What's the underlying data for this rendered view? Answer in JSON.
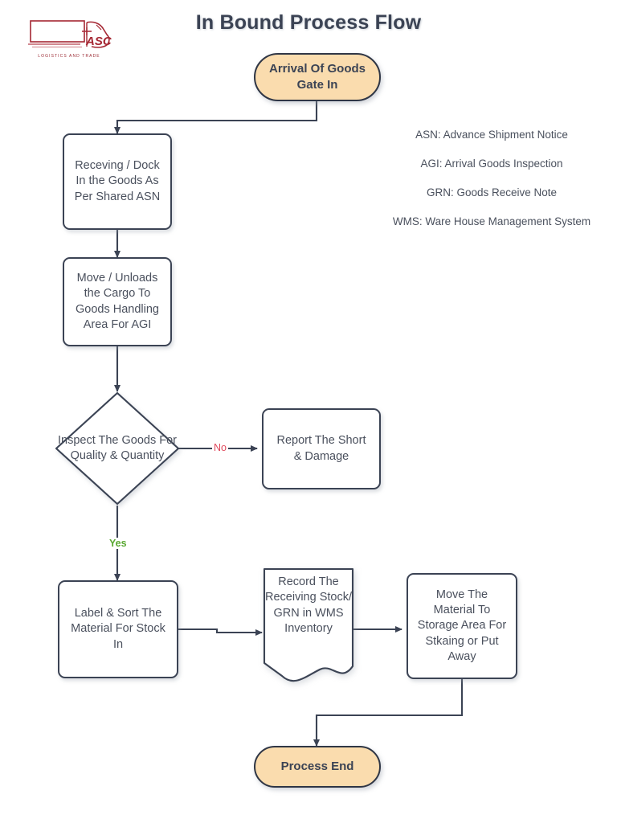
{
  "title": "In Bound Process Flow",
  "logo": {
    "mark": "truck-logo",
    "brand": "ASC",
    "tagline": "LOGISTICS AND TRADE",
    "color": "#a52733"
  },
  "colors": {
    "terminal_fill": "#fadcae",
    "node_stroke": "#3b4354",
    "text": "#4a505d",
    "no_label": "#e0495c",
    "yes_label": "#5aa832",
    "background": "#ffffff"
  },
  "legend": {
    "items": [
      "ASN: Advance Shipment Notice",
      "AGI: Arrival Goods Inspection",
      "GRN: Goods Receive Note",
      "WMS: Ware House Management System"
    ]
  },
  "nodes": {
    "start": "Arrival Of Goods Gate In",
    "receiving": "Receving / Dock In the Goods As Per Shared ASN",
    "unload": "Move / Unloads the Cargo To Goods Handling Area For AGI",
    "inspect": "Inspect The Goods For Quality & Quantity",
    "report": "Report The Short & Damage",
    "label_sort": "Label & Sort The Material For Stock In",
    "record": "Record The Receiving Stock/ GRN in WMS Inventory",
    "move_storage": "Move The Material To Storage Area For Stkaing or Put Away",
    "end": "Process End"
  },
  "edges": {
    "no": "No",
    "yes": "Yes"
  },
  "chart_data": {
    "type": "diagram",
    "title": "In Bound Process Flow",
    "nodes": [
      {
        "id": "start",
        "shape": "stadium",
        "label": "Arrival Of Goods Gate In",
        "fill": "#fadcae"
      },
      {
        "id": "receiving",
        "shape": "rounded-rect",
        "label": "Receving / Dock In the Goods As Per Shared ASN",
        "fill": "#ffffff"
      },
      {
        "id": "unload",
        "shape": "rounded-rect",
        "label": "Move / Unloads the Cargo To Goods Handling Area For AGI",
        "fill": "#ffffff"
      },
      {
        "id": "inspect",
        "shape": "diamond",
        "label": "Inspect The Goods For Quality & Quantity",
        "fill": "#ffffff"
      },
      {
        "id": "report",
        "shape": "rounded-rect",
        "label": "Report The Short & Damage",
        "fill": "#ffffff"
      },
      {
        "id": "label_sort",
        "shape": "rounded-rect",
        "label": "Label & Sort The Material For Stock In",
        "fill": "#ffffff"
      },
      {
        "id": "record",
        "shape": "document",
        "label": "Record The Receiving Stock/ GRN in WMS Inventory",
        "fill": "#ffffff"
      },
      {
        "id": "move_storage",
        "shape": "rounded-rect",
        "label": "Move The Material To Storage Area For Stkaing or Put Away",
        "fill": "#ffffff"
      },
      {
        "id": "end",
        "shape": "stadium",
        "label": "Process End",
        "fill": "#fadcae"
      }
    ],
    "edges": [
      {
        "from": "start",
        "to": "receiving",
        "label": ""
      },
      {
        "from": "receiving",
        "to": "unload",
        "label": ""
      },
      {
        "from": "unload",
        "to": "inspect",
        "label": ""
      },
      {
        "from": "inspect",
        "to": "report",
        "label": "No"
      },
      {
        "from": "inspect",
        "to": "label_sort",
        "label": "Yes"
      },
      {
        "from": "label_sort",
        "to": "record",
        "label": ""
      },
      {
        "from": "record",
        "to": "move_storage",
        "label": ""
      },
      {
        "from": "move_storage",
        "to": "end",
        "label": ""
      }
    ]
  }
}
